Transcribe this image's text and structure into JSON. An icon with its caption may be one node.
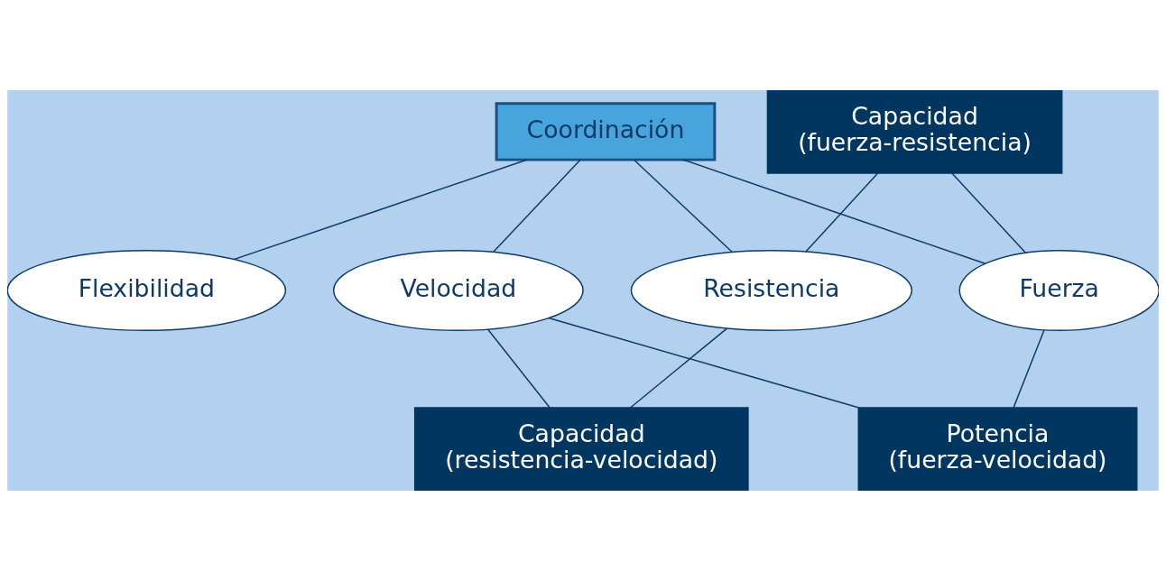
{
  "diagram": {
    "nodes": [
      {
        "text": [
          "Capacidad",
          "(fuerza-resistencia)"
        ]
      },
      {
        "text": [
          "Coordinación"
        ]
      },
      {
        "text": [
          "Fuerza"
        ]
      },
      {
        "text": [
          "Velocidad"
        ]
      },
      {
        "text": [
          "Resistencia"
        ]
      },
      {
        "text": [
          "Flexibilidad"
        ]
      },
      {
        "text": [
          "Potencia",
          "(fuerza-velocidad)"
        ]
      },
      {
        "text": [
          "Capacidad",
          "(resistencia-velocidad)"
        ]
      }
    ],
    "edges": [
      {
        "from": 2,
        "to": 1,
        "arrow": "none"
      },
      {
        "from": 2,
        "to": 0,
        "arrow": "none"
      },
      {
        "from": 0,
        "to": 4,
        "arrow": "none"
      },
      {
        "from": 1,
        "to": 3,
        "arrow": "none"
      },
      {
        "from": 1,
        "to": 4,
        "arrow": "none"
      },
      {
        "from": 1,
        "to": 5,
        "arrow": "none"
      },
      {
        "from": 2,
        "to": 6,
        "arrow": "none"
      },
      {
        "from": 3,
        "to": 6,
        "arrow": "none"
      },
      {
        "from": 3,
        "to": 7,
        "arrow": "none"
      },
      {
        "from": 4,
        "to": 7,
        "arrow": "none"
      }
    ]
  }
}
